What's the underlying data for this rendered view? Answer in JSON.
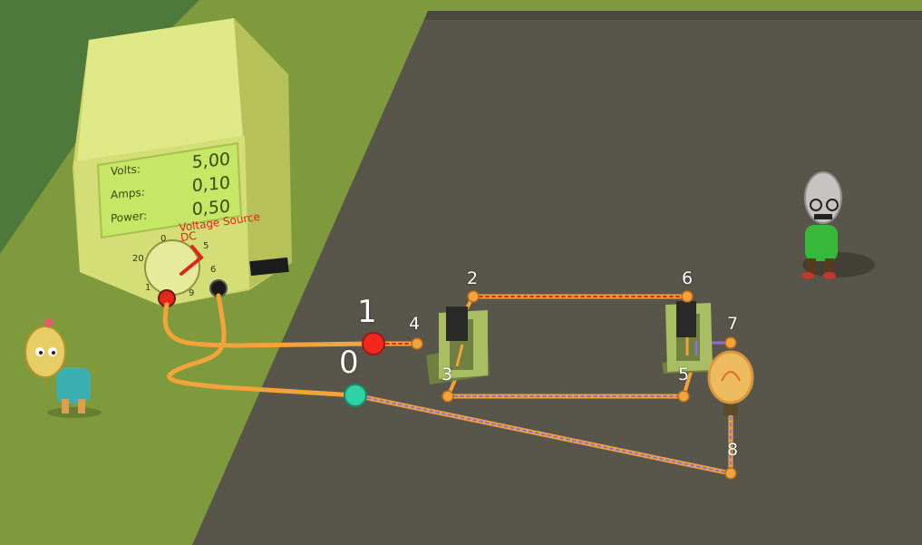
{
  "voltage_source": {
    "display": [
      {
        "label": "Volts:",
        "value": "5,00"
      },
      {
        "label": "Amps:",
        "value": "0,10"
      },
      {
        "label": "Power:",
        "value": "0,50"
      }
    ],
    "name_line1": "Voltage Source",
    "name_line2": "DC",
    "dial_numbers": [
      "20",
      "0",
      "5",
      "6",
      "9",
      "1"
    ]
  },
  "terminals": [
    {
      "label": "1",
      "color": "#f2281e"
    },
    {
      "label": "0",
      "color": "#2fd1a6"
    }
  ],
  "nodes": [
    "2",
    "3",
    "4",
    "5",
    "6",
    "7",
    "8"
  ],
  "colors": {
    "ground": "#7f9a3c",
    "board": "#58554a",
    "wire": "#f2a33a",
    "wire_stripe": "#8b6fd6",
    "source_body": "#d9e27a",
    "screen": "#c6e665"
  }
}
